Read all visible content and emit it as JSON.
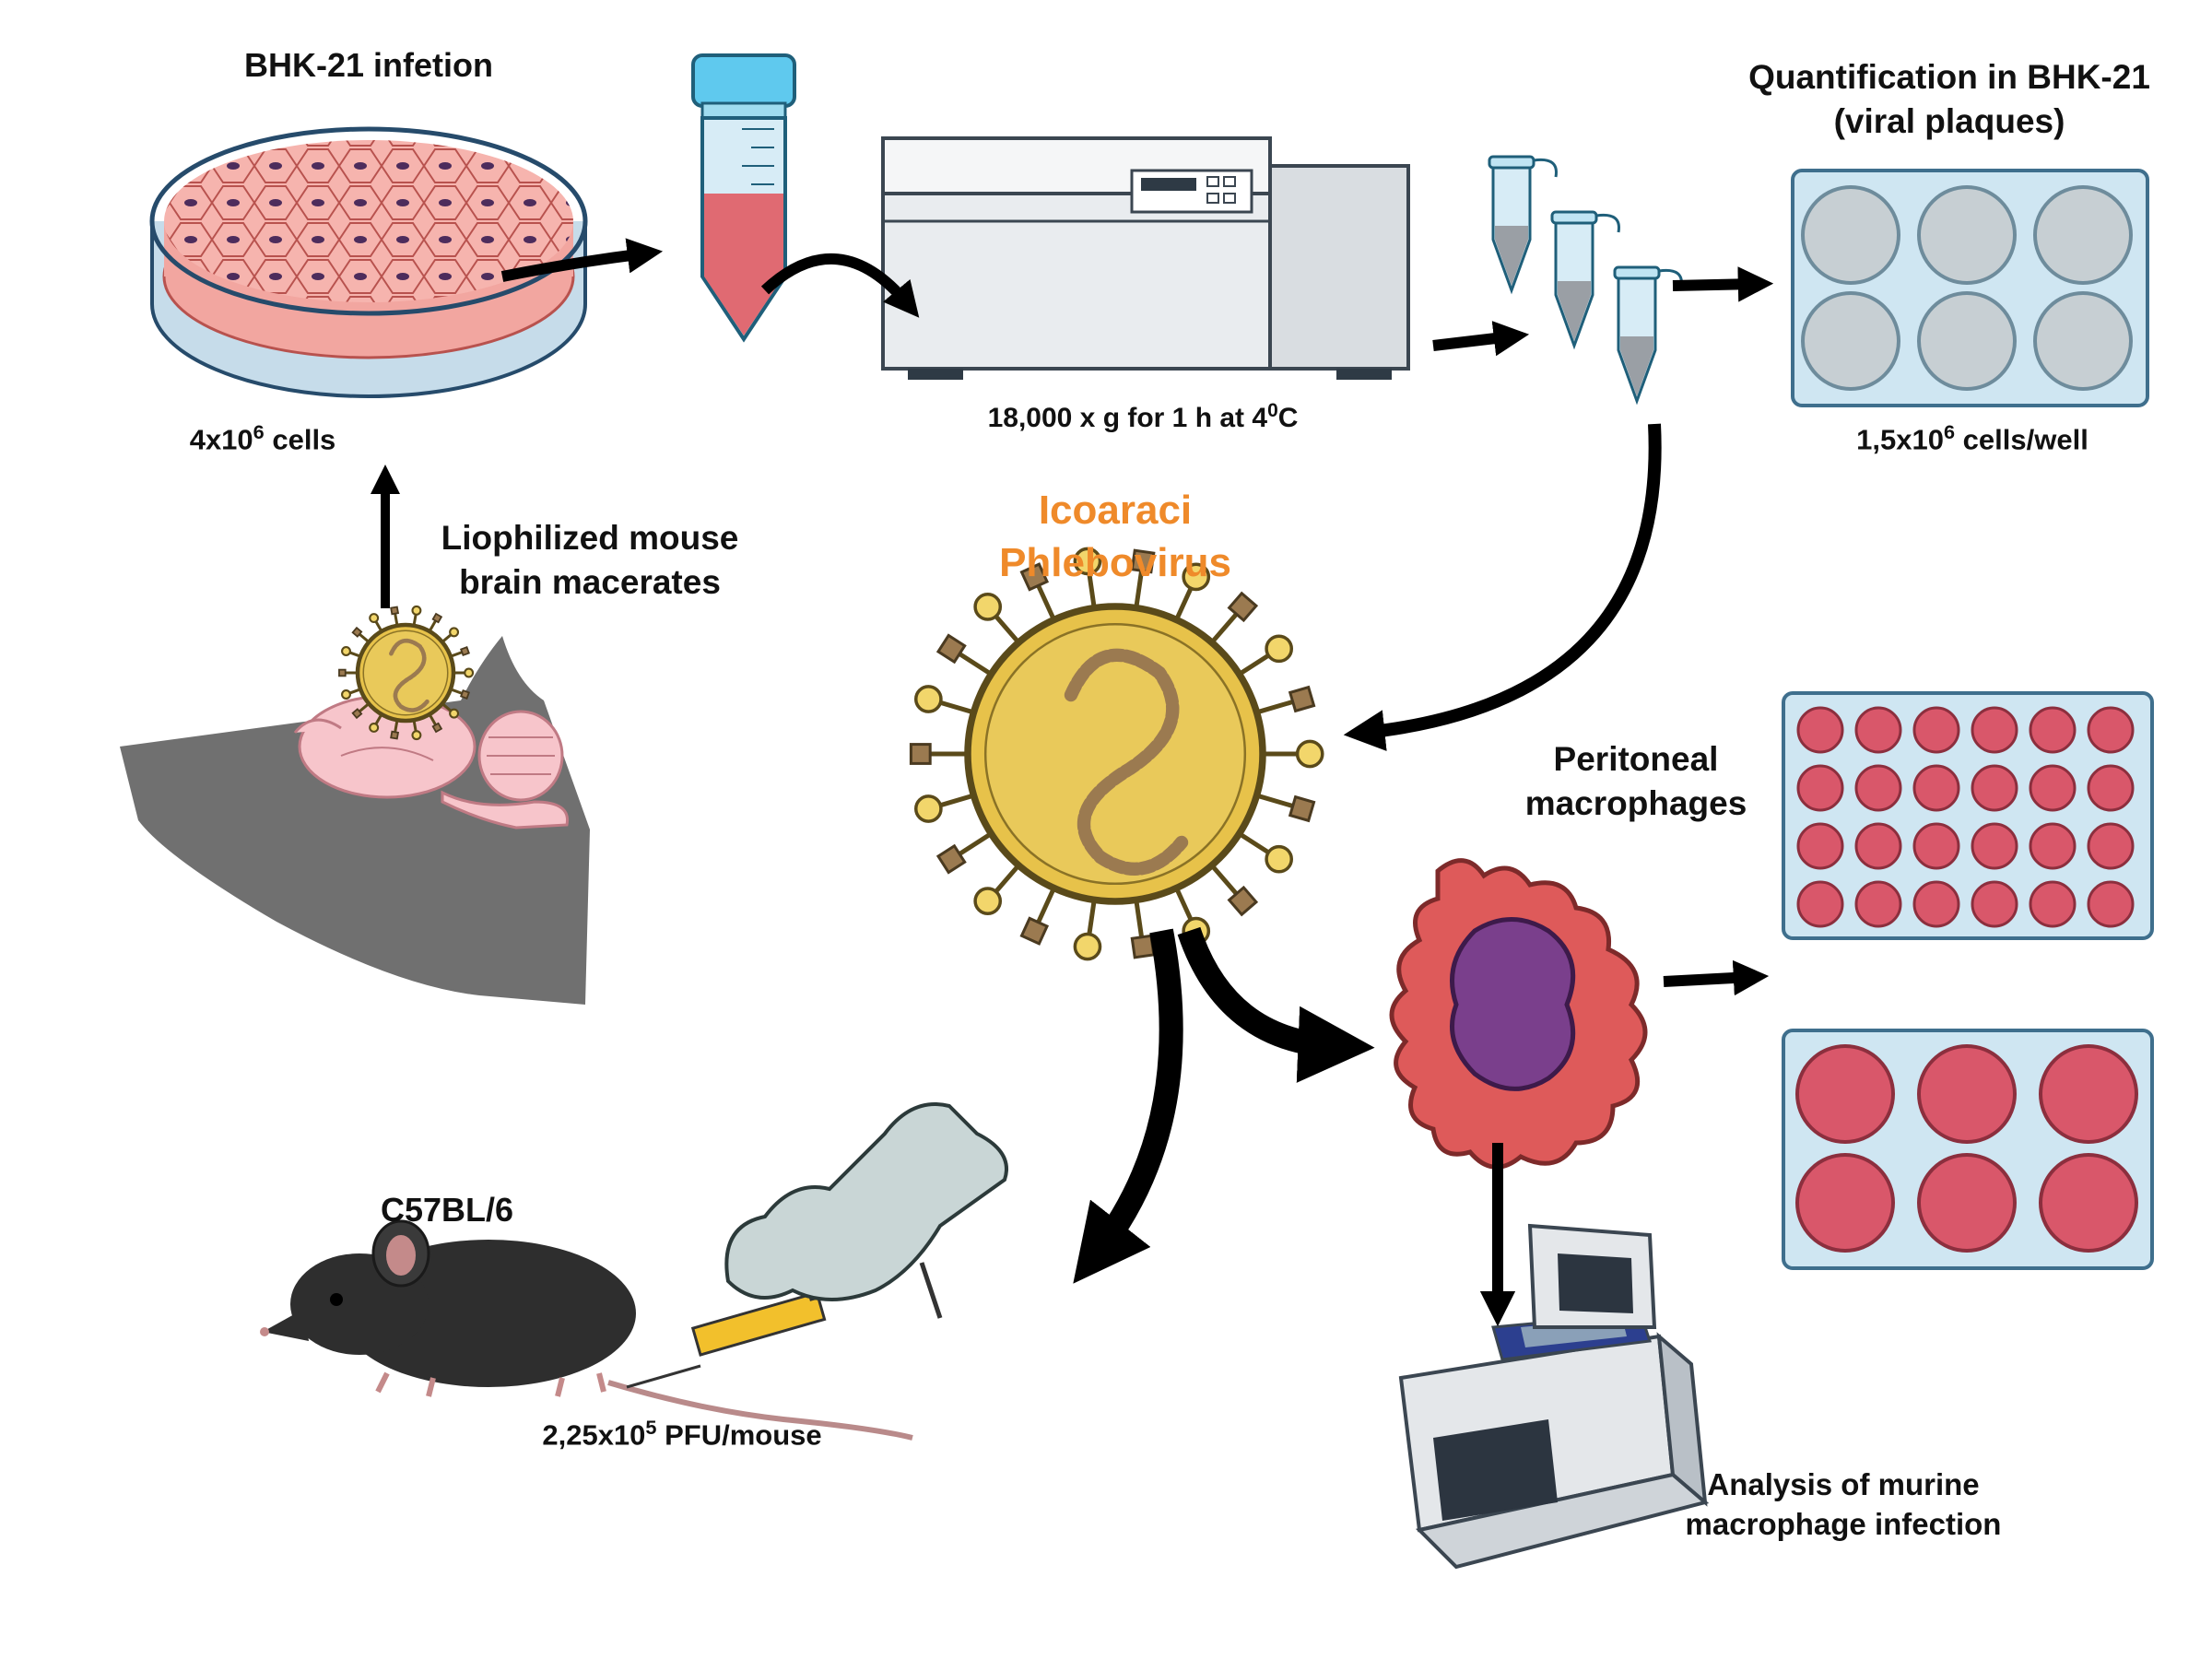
{
  "labels": {
    "bhk_infection": "BHK-21 infetion",
    "cells_count": "4x10",
    "cells_exp": "6",
    "cells_unit": " cells",
    "centrifuge": "18,000 x g for 1 h at 4",
    "centrifuge_exp": "0",
    "centrifuge_unit": "C",
    "quant_line1": "Quantification in BHK-21",
    "quant_line2": "(viral plaques)",
    "well_count": "1,5x10",
    "well_exp": "6",
    "well_unit": " cells/well",
    "brain_line1": "Liophilized mouse",
    "brain_line2": "brain macerates",
    "virus_line1": "Icoaraci",
    "virus_line2": "Phlebovirus",
    "macro_line1": "Peritoneal",
    "macro_line2": "macrophages",
    "mouse_strain": "C57BL/6",
    "dose_count": "2,25x10",
    "dose_exp": "5",
    "dose_unit": " PFU/mouse",
    "analysis_line1": "Analysis of murine",
    "analysis_line2": "macrophage infection"
  },
  "colors": {
    "virus_text": "#ef8a2a",
    "cell_dish": "#f2a6a0",
    "plate_blue": "#cfe6f2",
    "well_red": "#d9576a",
    "macrophage": "#de5a5a",
    "nucleus": "#7a3f8c",
    "brain_shadow": "#707070",
    "virus_gold": "#e7c24a"
  },
  "icons": [
    "petri-dish-icon",
    "falcon-tube-icon",
    "centrifuge-icon",
    "microtube-icon",
    "six-well-plate-icon",
    "mouse-head-silhouette-icon",
    "brain-icon",
    "virus-icon",
    "macrophage-icon",
    "twentyfour-well-plate-icon",
    "thermocycler-icon",
    "mouse-icon",
    "gloved-hand-syringe-icon"
  ]
}
